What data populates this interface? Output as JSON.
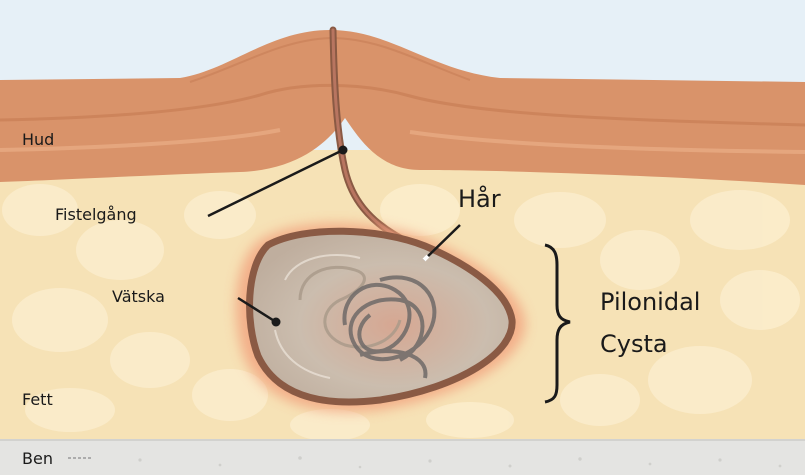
{
  "labels": {
    "skin": "Hud",
    "fistula": "Fistelgång",
    "hair": "Hår",
    "fluid": "Vätska",
    "cyst_line1": "Pilonidal",
    "cyst_line2": "Cysta",
    "fat": "Fett",
    "bone": "Ben"
  },
  "colors": {
    "sky": "#e6f0f7",
    "skin": "#d9936a",
    "skin_dark": "#c47a52",
    "fat": "#f6e2b6",
    "fat_cell": "#fbedcd",
    "cyst_glow": "#f2a27e",
    "cyst_wall": "#8a5a44",
    "cyst_fill": "#c9b9a8",
    "hair": "#6f6a68",
    "bone": "#e4e4e2"
  }
}
